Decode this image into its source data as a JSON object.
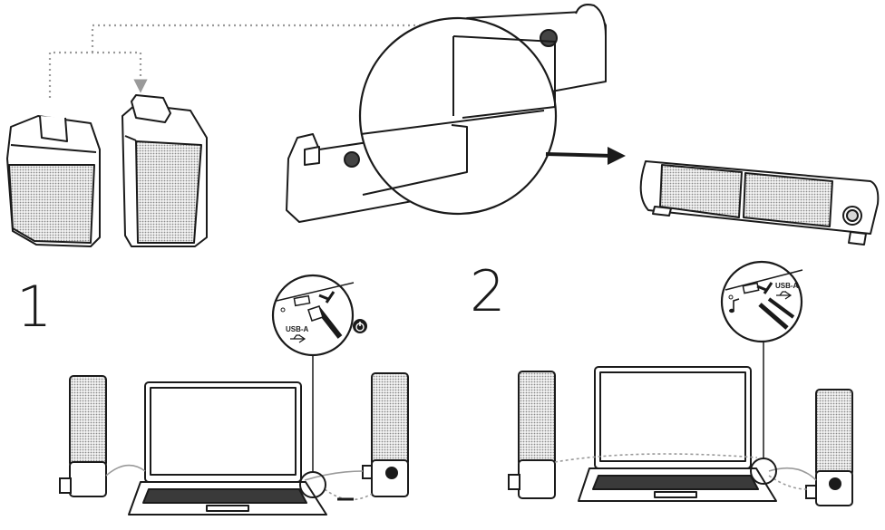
{
  "steps": [
    {
      "number": "1",
      "usb_label": "USB-A"
    },
    {
      "number": "2",
      "usb_label": "USB-A"
    }
  ],
  "colors": {
    "ink": "#1a1a1a",
    "dotted": "#9a9a9a",
    "grille": "#bcbcbc",
    "knob": "#444444"
  },
  "icons": [
    "dotted-arrow",
    "arrow-right",
    "usb-symbol-icon",
    "power-icon",
    "music-note-icon",
    "arrow-left-icon"
  ]
}
